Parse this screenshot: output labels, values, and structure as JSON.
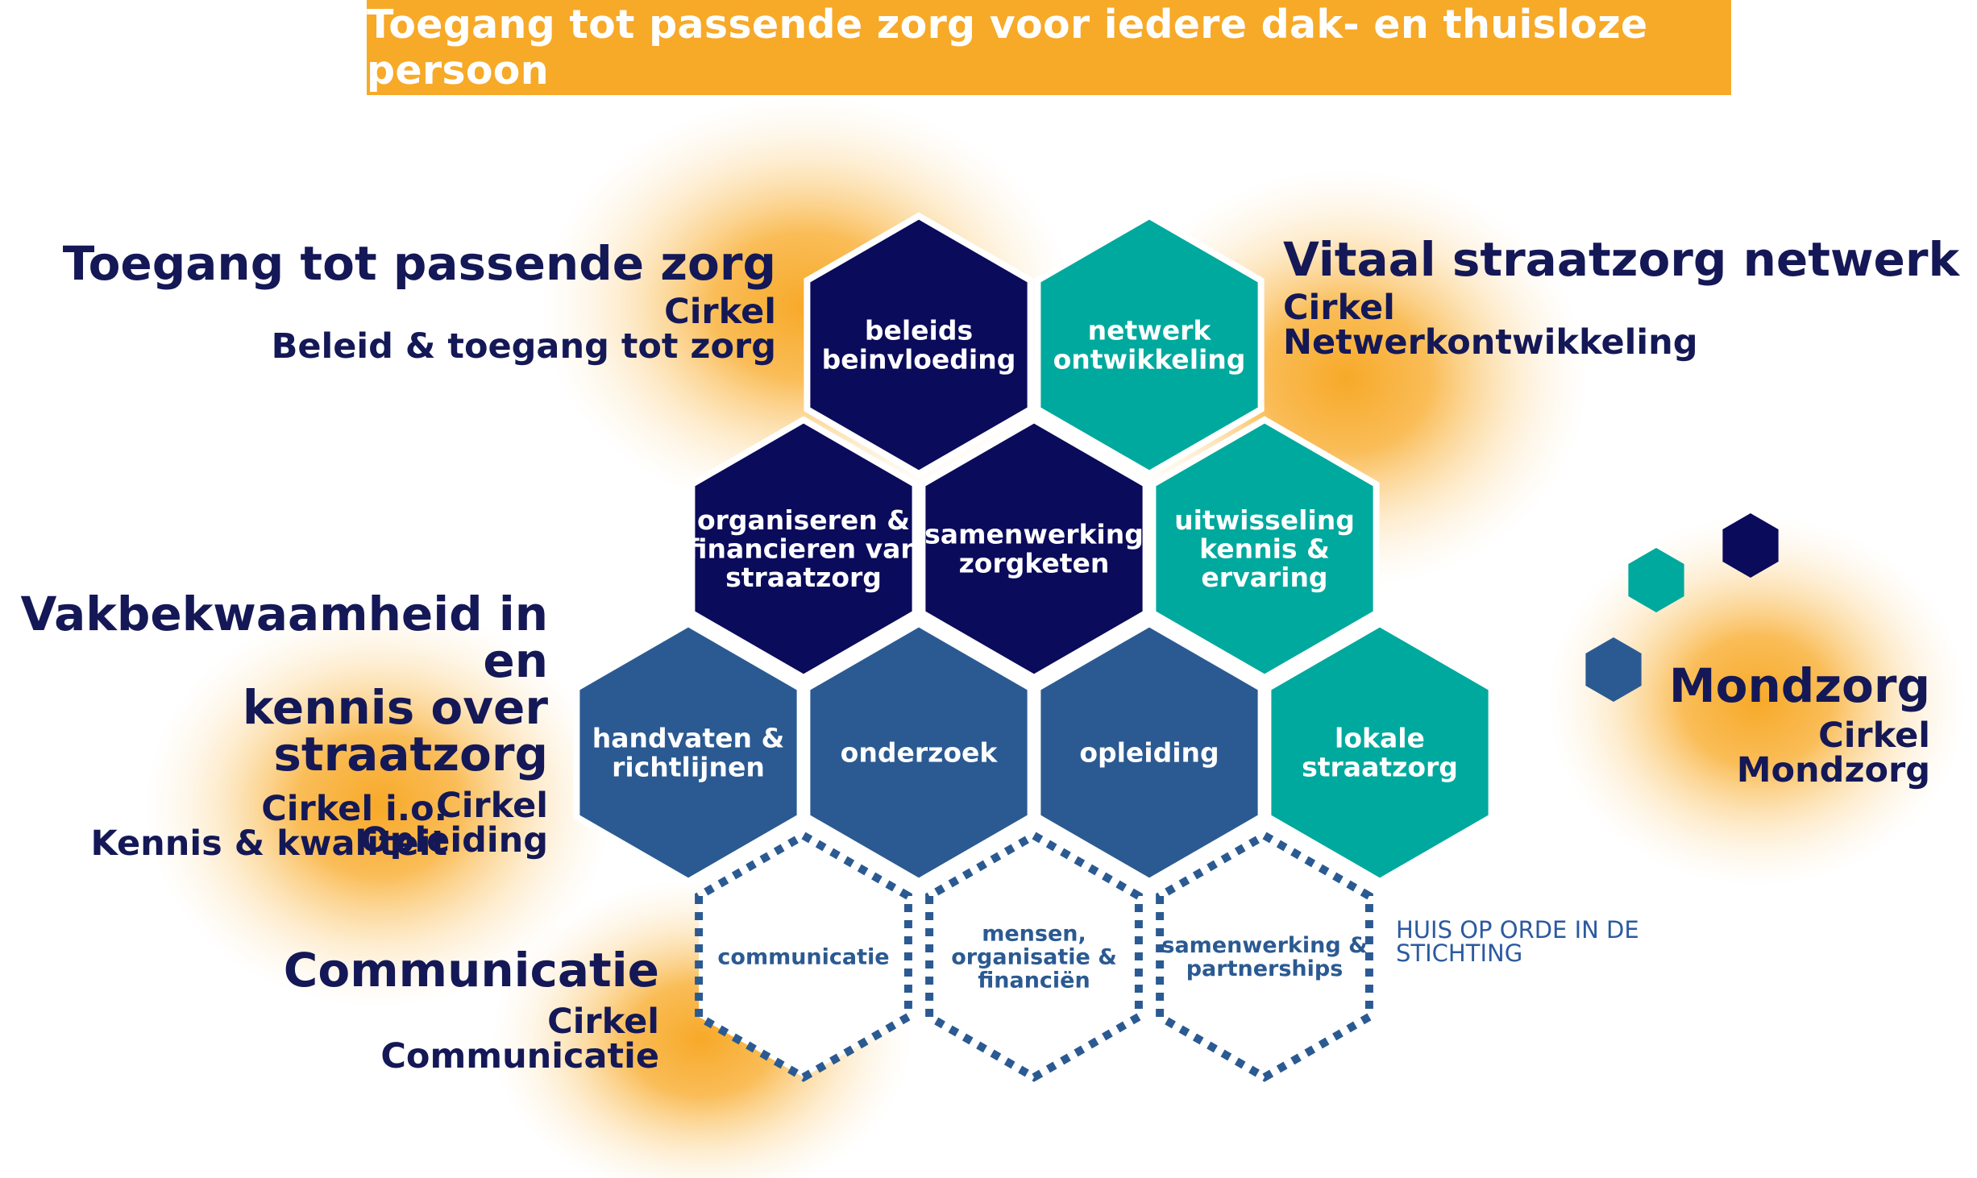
{
  "banner": "Toegang tot passende zorg voor iedere dak- en thuisloze persoon",
  "colors": {
    "orange": "#f7a928",
    "dark_navy": "#0b0b5c",
    "teal": "#00a99d",
    "mid_blue": "#2b5a92",
    "dotted_border": "#2b5a92",
    "label_text": "#141856"
  },
  "labels": {
    "top_left": {
      "heading": "Toegang tot passende zorg",
      "line1": "Cirkel",
      "line2": "Beleid & toegang tot zorg"
    },
    "top_right": {
      "heading": "Vitaal straatzorg netwerk",
      "line1": "Cirkel",
      "line2": "Netwerkontwikkeling"
    },
    "middle_left": {
      "heading1": "Vakbekwaamheid in en",
      "heading2": "kennis over straatzorg",
      "line1": "Cirkel",
      "line2": "Opleiding",
      "line3": "Cirkel i.o.",
      "line4": "Kennis & kwaliteit"
    },
    "bottom_left": {
      "heading": "Communicatie",
      "line1": "Cirkel",
      "line2": "Communicatie"
    },
    "right": {
      "heading": "Mondzorg",
      "line1": "Cirkel",
      "line2": "Mondzorg"
    },
    "huis": {
      "line1": "HUIS OP ORDE IN DE",
      "line2": "STICHTING"
    }
  },
  "hexagons": [
    {
      "id": "beleidsbeinvloeding",
      "style": "navy",
      "lines": [
        "beleids",
        "beinvloeding"
      ]
    },
    {
      "id": "netwerkontwikkeling",
      "style": "teal",
      "lines": [
        "netwerk",
        "ontwikkeling"
      ]
    },
    {
      "id": "organiseren",
      "style": "navy",
      "lines": [
        "organiseren &",
        "financieren van",
        "straatzorg"
      ]
    },
    {
      "id": "samenwerking-zorgketen",
      "style": "navy",
      "lines": [
        "samenwerking",
        "zorgketen"
      ]
    },
    {
      "id": "uitwisseling",
      "style": "teal",
      "lines": [
        "uitwisseling",
        "kennis &",
        "ervaring"
      ]
    },
    {
      "id": "handvaten",
      "style": "blue",
      "lines": [
        "handvaten &",
        "richtlijnen"
      ]
    },
    {
      "id": "onderzoek",
      "style": "blue",
      "lines": [
        "onderzoek"
      ]
    },
    {
      "id": "opleiding",
      "style": "blue",
      "lines": [
        "opleiding"
      ]
    },
    {
      "id": "lokale-straatzorg",
      "style": "teal",
      "lines": [
        "lokale",
        "straatzorg"
      ]
    },
    {
      "id": "communicatie",
      "style": "dotted",
      "lines": [
        "communicatie"
      ]
    },
    {
      "id": "mensen",
      "style": "dotted",
      "lines": [
        "mensen,",
        "organisatie &",
        "financiën"
      ]
    },
    {
      "id": "samenwerking-partnerships",
      "style": "dotted",
      "lines": [
        "samenwerking &",
        "partnerships"
      ]
    }
  ],
  "small_hexagons": [
    {
      "id": "small-teal",
      "style": "teal"
    },
    {
      "id": "small-navy",
      "style": "navy"
    },
    {
      "id": "small-blue",
      "style": "blue"
    }
  ]
}
